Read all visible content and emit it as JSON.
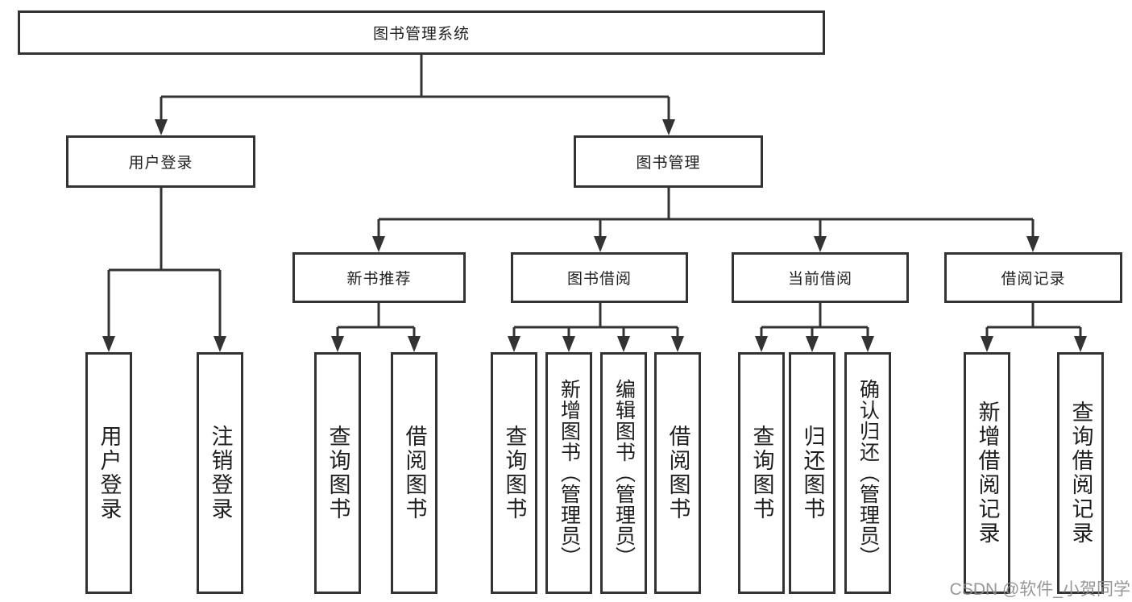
{
  "diagram": {
    "root": {
      "label": "图书管理系统"
    },
    "branches": [
      {
        "id": "user-login",
        "label": "用户登录"
      },
      {
        "id": "book-management",
        "label": "图书管理"
      }
    ],
    "modules": [
      {
        "id": "new-book-recommendation",
        "label": "新书推荐",
        "parent": "book-management"
      },
      {
        "id": "book-borrowing",
        "label": "图书借阅",
        "parent": "book-management"
      },
      {
        "id": "current-borrowing",
        "label": "当前借阅",
        "parent": "book-management"
      },
      {
        "id": "borrowing-records",
        "label": "借阅记录",
        "parent": "book-management"
      }
    ],
    "leaves": [
      {
        "label": "用户登录",
        "parent": "user-login"
      },
      {
        "label": "注销登录",
        "parent": "user-login"
      },
      {
        "label": "查询图书",
        "parent": "new-book-recommendation"
      },
      {
        "label": "借阅图书",
        "parent": "new-book-recommendation"
      },
      {
        "label": "查询图书",
        "parent": "book-borrowing"
      },
      {
        "label": "新增图书（管理员）",
        "parent": "book-borrowing"
      },
      {
        "label": "编辑图书（管理员）",
        "parent": "book-borrowing"
      },
      {
        "label": "借阅图书",
        "parent": "book-borrowing"
      },
      {
        "label": "查询图书",
        "parent": "current-borrowing"
      },
      {
        "label": "归还图书",
        "parent": "current-borrowing"
      },
      {
        "label": "确认归还（管理员）",
        "parent": "current-borrowing"
      },
      {
        "label": "新增借阅记录",
        "parent": "borrowing-records"
      },
      {
        "label": "查询借阅记录",
        "parent": "borrowing-records"
      }
    ],
    "watermark": "CSDN @软件_小贺同学",
    "colors": {
      "line": "#333333",
      "text": "#1f1f1f",
      "box_background": "#ffffff",
      "watermark": "#8c8c8c",
      "background": "#ffffff"
    }
  }
}
